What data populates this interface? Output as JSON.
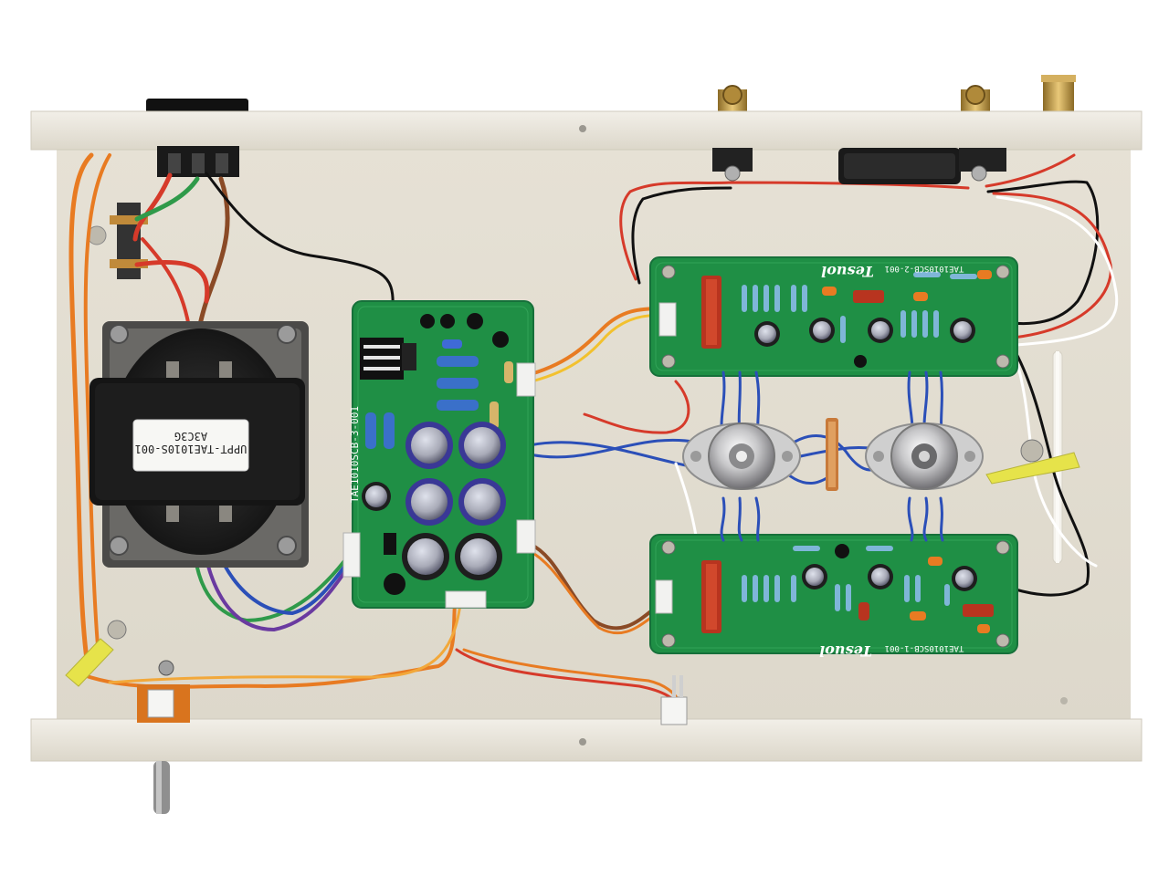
{
  "transformer": {
    "label_line1": "UPPT-TAE1010S-001",
    "label_line2": "A3C3G"
  },
  "power_board": {
    "part_number": "TAE1010SCB-3-001"
  },
  "channel_board_upper": {
    "brand": "Tesuol",
    "part_number": "TAE1010SCB-2-001"
  },
  "channel_board_lower": {
    "brand": "Tesuol",
    "part_number": "TAE1010SCB-1-001"
  },
  "colors": {
    "chassis": "#ebe7dc",
    "chassis_edge": "#d2cdc0",
    "pcb": "#1f8f45",
    "wire_red": "#d63a2a",
    "wire_blue": "#2b4fb8",
    "wire_orange": "#e87b22",
    "wire_green": "#2f9a4a",
    "brass": "#c9a24a"
  }
}
